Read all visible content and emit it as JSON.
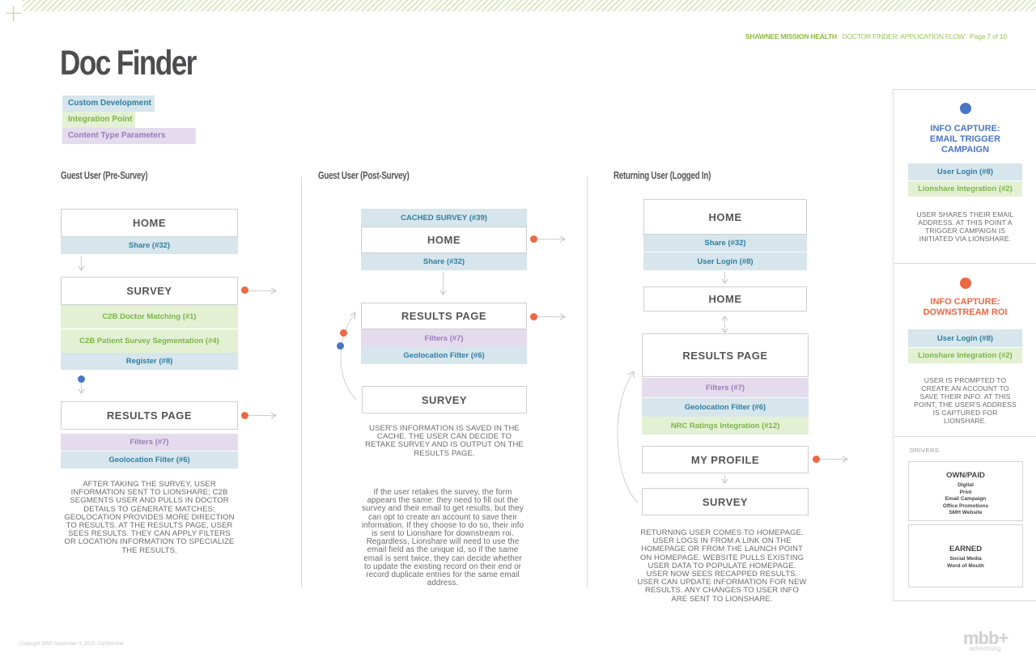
{
  "header": {
    "org": "SHAWNEE MISSION HEALTH",
    "doc": "DOCTOR FINDER: APPLICATION FLOW",
    "page": "Page 7 of 10"
  },
  "title": "Doc Finder",
  "legend": {
    "custom": "Custom Development",
    "integration": "Integration Point",
    "content": "Content Type Parameters"
  },
  "col1": {
    "heading": "Guest User (Pre-Survey)",
    "home": "HOME",
    "share": "Share (#32)",
    "survey": "SURVEY",
    "c2b_match": "C2B Doctor Matching (#1)",
    "c2b_seg": "C2B Patient Survey Segmentation (#4)",
    "register": "Register (#8)",
    "results": "RESULTS PAGE",
    "filters": "Filters (#7)",
    "geo": "Geolocation Filter (#6)",
    "note": "AFTER TAKING THE SURVEY, USER INFORMATION SENT TO LIONSHARE; C2B SEGMENTS USER AND PULLS IN DOCTOR DETAILS TO GENERATE MATCHES; GEOLOCATION PROVIDES MORE DIRECTION TO RESULTS. AT THE RESULTS PAGE, USER SEES RESULTS. THEY CAN APPLY FILTERS OR LOCATION INFORMATION TO SPECIALIZE THE RESULTS."
  },
  "col2": {
    "heading": "Guest User (Post-Survey)",
    "cached": "CACHED SURVEY (#39)",
    "home": "HOME",
    "share": "Share (#32)",
    "results": "RESULTS PAGE",
    "filters": "Filters (#7)",
    "geo": "Geolocation Filter (#6)",
    "survey": "SURVEY",
    "note1": "USER'S INFORMATION IS SAVED IN THE CACHE. THE USER CAN DECIDE TO RETAKE SURVEY AND IS OUTPUT ON THE RESULTS PAGE.",
    "note2": "If the user retakes the survey, the form appears the same: they need to fill out the survey and their email to get results, but they can opt to create an account to save their information. If they choose to do so, their info is sent to Lionshare for downstream roi.  Regardless, Lionshare will need to use the email field as the unique id, so if the same email is sent twice, they can decide whether to update the existing record on their end or record duplicate entries for the same email address."
  },
  "col3": {
    "heading": "Returning User (Logged In)",
    "home1": "HOME",
    "share": "Share (#32)",
    "login": "User Login (#8)",
    "home2": "HOME",
    "results": "RESULTS PAGE",
    "filters": "Filters (#7)",
    "geo": "Geolocation Filter (#6)",
    "nrc": "NRC Ratings Integration (#12)",
    "profile": "MY PROFILE",
    "survey": "SURVEY",
    "note": "RETURNING USER COMES TO HOMEPAGE. USER LOGS IN FROM A LINK ON THE HOMEPAGE OR FROM THE LAUNCH POINT ON HOMEPAGE.  WEBSITE PULLS EXISTING USER DATA TO POPULATE  HOMEPAGE. USER NOW SEES RECAPPED RESULTS. USER CAN UPDATE INFORMATION FOR NEW RESULTS. ANY CHANGES TO USER INFO ARE SENT TO LIONSHARE."
  },
  "sidebar": {
    "email": {
      "title": "INFO CAPTURE:\nEMAIL TRIGGER\nCAMPAIGN",
      "login": "User Login (#8)",
      "lionshare": "Lionshare Integration (#2)",
      "note": "USER SHARES THEIR EMAIL ADDRESS. AT THIS POINT A TRIGGER CAMPAIGN IS INITIATED VIA LIONSHARE."
    },
    "roi": {
      "title": "INFO CAPTURE:\nDOWNSTREAM ROI",
      "login": "User Login (#8)",
      "lionshare": "Lionshare Integration (#2)",
      "note": "USER IS PROMPTED TO CREATE AN ACCOUNT TO SAVE THEIR INFO. AT THIS POINT, THE USER'S ADDRESS IS CAPTURED FOR LIONSHARE."
    },
    "drivers": {
      "label": "DRIVERS",
      "owned_title": "OWN/PAID",
      "owned_items": [
        "Digital",
        "Print",
        "Email Campaign",
        "Office Promotions",
        "SMH Website"
      ],
      "earned_title": "EARNED",
      "earned_items": [
        "Social Media",
        "Word of Mouth"
      ]
    }
  },
  "footer": {
    "copyright": "Copyright MBB September 4, 2015. Confidential.",
    "logo": "mbb+",
    "logo_sub": "advertising"
  },
  "colors": {
    "orange": "#ee6743",
    "blue": "#4a76c6",
    "green": "#8cba3f"
  }
}
